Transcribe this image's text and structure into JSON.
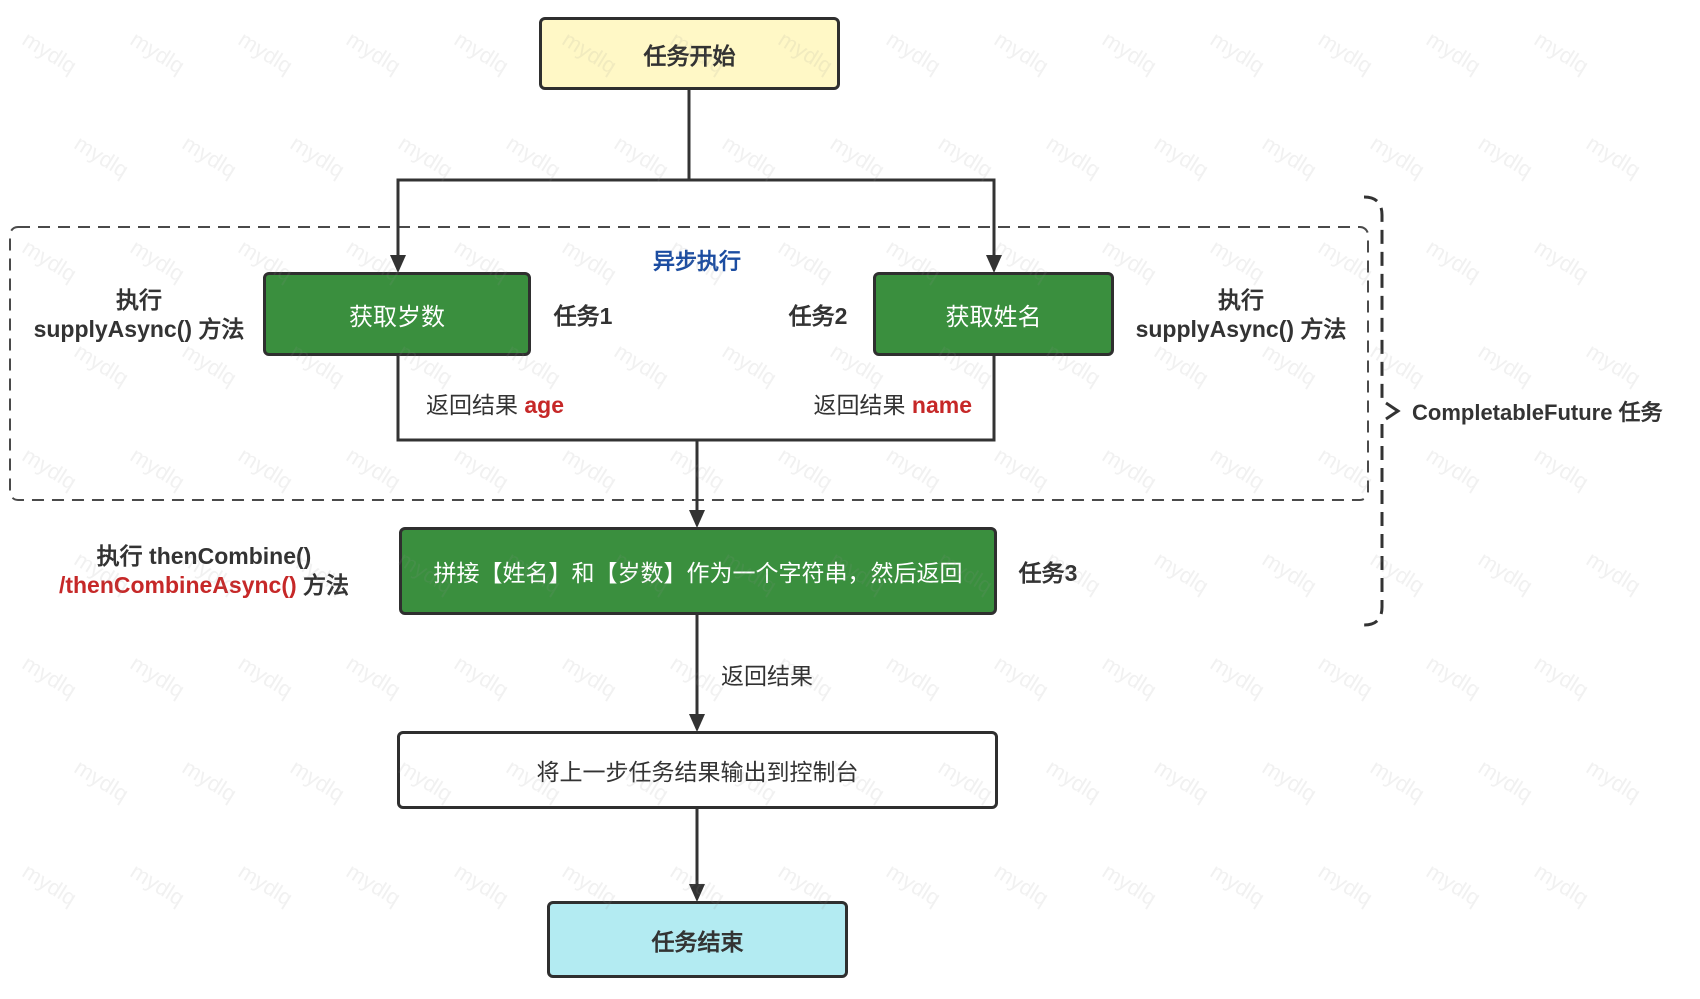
{
  "diagram": {
    "start": {
      "label": "任务开始",
      "fill": "#FFF8C6"
    },
    "async_group": {
      "label": "异步执行",
      "label_color": "#1C4DA1"
    },
    "supply_left": {
      "line1": "执行",
      "line2": "supplyAsync() 方法"
    },
    "supply_right": {
      "line1": "执行",
      "line2": "supplyAsync() 方法"
    },
    "get_age": {
      "label": "获取岁数",
      "fill": "#3A8F3E",
      "task": "任务1",
      "return_label": "返回结果",
      "return_value": "age"
    },
    "get_name": {
      "label": "获取姓名",
      "fill": "#3A8F3E",
      "task": "任务2",
      "return_label": "返回结果",
      "return_value": "name"
    },
    "combine": {
      "label": "拼接【姓名】和【岁数】作为一个字符串，然后返回",
      "fill": "#3A8F3E",
      "task": "任务3",
      "method_line1": "执行 thenCombine()",
      "method_line2_highlight": "/thenCombineAsync()",
      "method_line2_suffix": "方法",
      "return_label": "返回结果"
    },
    "print": {
      "label": "将上一步任务结果输出到控制台",
      "fill": "#FFFFFF"
    },
    "end": {
      "label": "任务结束",
      "fill": "#B3EBF2"
    },
    "brace_label": "CompletableFuture 任务"
  },
  "colors": {
    "highlight": "#C62828",
    "stroke": "#333333",
    "text": "#333333"
  },
  "watermark": "mydlq"
}
